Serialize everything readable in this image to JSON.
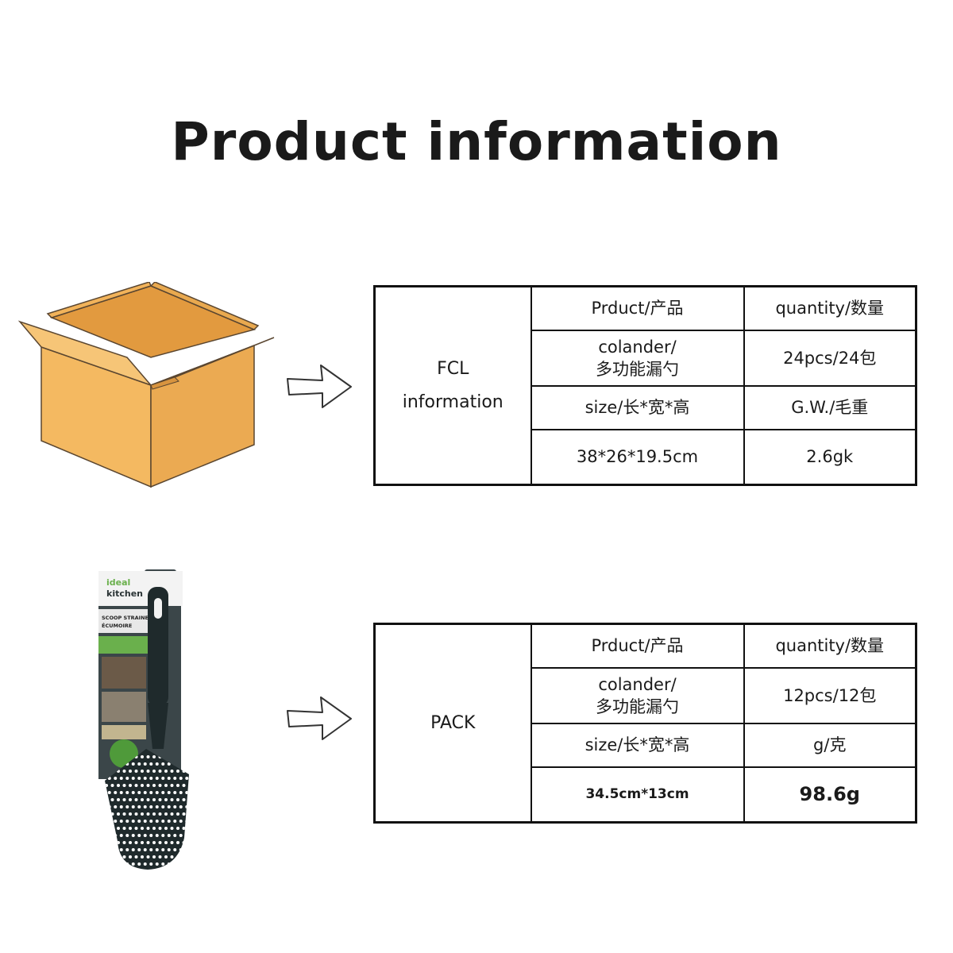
{
  "page": {
    "title": "Product information"
  },
  "fcl": {
    "label_line1": "FCL",
    "label_line2": "information",
    "product_header": "Prduct/产品",
    "quantity_header": "quantity/数量",
    "product_line1": "colander/",
    "product_line2": "多功能漏勺",
    "quantity": "24pcs/24包",
    "size_header": "size/长*宽*高",
    "weight_header": "G.W./毛重",
    "size": "38*26*19.5cm",
    "weight": "2.6gk"
  },
  "pack": {
    "label": "PACK",
    "product_header": "Prduct/产品",
    "quantity_header": "quantity/数量",
    "product_line1": "colander/",
    "product_line2": "多功能漏勺",
    "quantity": "12pcs/12包",
    "size_header": "size/长*宽*高",
    "weight_header": "g/克",
    "size": "34.5cm*13cm",
    "weight": "98.6g"
  },
  "packaging_card": {
    "brand_line1": "ideal",
    "brand_line2": "kitchen",
    "product_line1": "SCOOP STRAINER",
    "product_line2": "ÉCUMOIRE"
  },
  "icons": {
    "box": "cardboard-box-icon",
    "arrow": "right-arrow-icon",
    "product": "scoop-strainer-image"
  },
  "colors": {
    "box_face": "#F4B961",
    "box_side": "#E9A94F",
    "strainer": "#1f2a2c",
    "card": "#3b4649",
    "brand_green": "#6ab04c"
  }
}
